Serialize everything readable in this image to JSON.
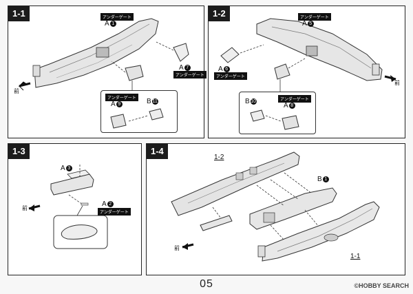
{
  "page_number": "05",
  "watermark": "©HOBBY SEARCH",
  "underside_tag": "アンダーゲート",
  "front_label": "前",
  "panels": [
    {
      "step": "1-1",
      "parts": [
        {
          "letter": "A",
          "num": "1"
        },
        {
          "letter": "A",
          "num": "7"
        },
        {
          "letter": "A",
          "num": "9"
        },
        {
          "letter": "B",
          "num": "11"
        }
      ]
    },
    {
      "step": "1-2",
      "parts": [
        {
          "letter": "A",
          "num": "5"
        },
        {
          "letter": "A",
          "num": "6"
        },
        {
          "letter": "B",
          "num": "10"
        },
        {
          "letter": "A",
          "num": "8"
        }
      ]
    },
    {
      "step": "1-3",
      "parts": [
        {
          "letter": "A",
          "num": "3"
        },
        {
          "letter": "A",
          "num": "2"
        }
      ]
    },
    {
      "step": "1-4",
      "parts": [
        {
          "letter": "B",
          "num": "1"
        }
      ],
      "refs": [
        "1-2",
        "1-1"
      ]
    }
  ]
}
